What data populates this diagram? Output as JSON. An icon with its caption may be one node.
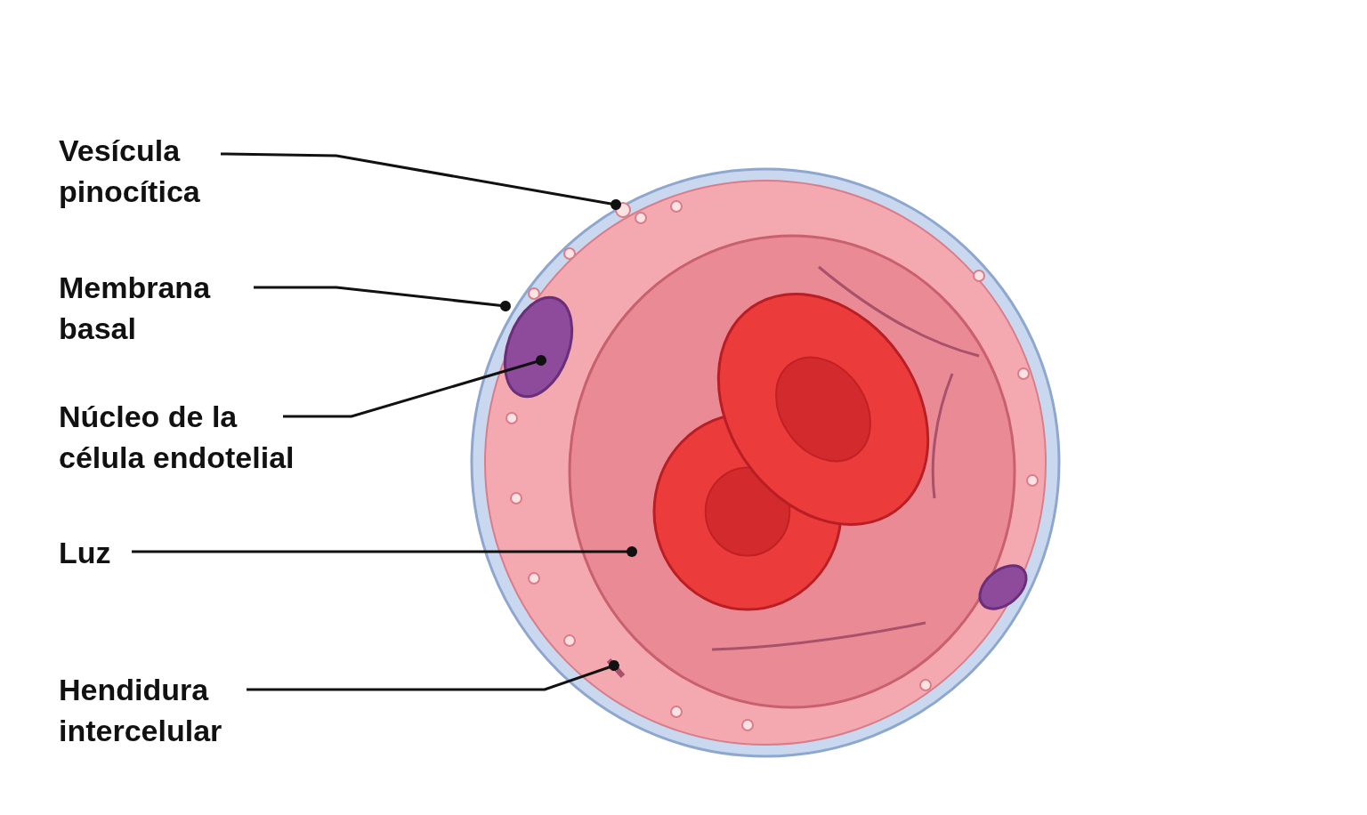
{
  "diagram": {
    "nodes": [
      {
        "text": [
          "Vesícula pinocítica"
        ]
      },
      {
        "text": [
          "Membrana basal"
        ]
      },
      {
        "text": [
          "Núcleo de la célula endotelial"
        ]
      },
      {
        "text": [
          "Luz"
        ]
      },
      {
        "text": [
          "Hendidura intercelular"
        ]
      },
      {
        "text": [],
        "shape": "circle",
        "in": 6
      },
      {
        "text": [],
        "shape": "band"
      },
      {
        "text": [],
        "shape": "oval",
        "in": 6
      },
      {
        "text": [],
        "shape": "region",
        "in": 6
      },
      {
        "text": [],
        "shape": "gap",
        "in": 6
      }
    ],
    "edges": [
      {
        "from": 0,
        "to": 5,
        "arrow": "other"
      },
      {
        "from": 1,
        "to": 6,
        "arrow": "other"
      },
      {
        "from": 2,
        "to": 7,
        "arrow": "other"
      },
      {
        "from": 3,
        "to": 8,
        "arrow": "other"
      },
      {
        "from": 4,
        "to": 9,
        "arrow": "other"
      }
    ]
  }
}
